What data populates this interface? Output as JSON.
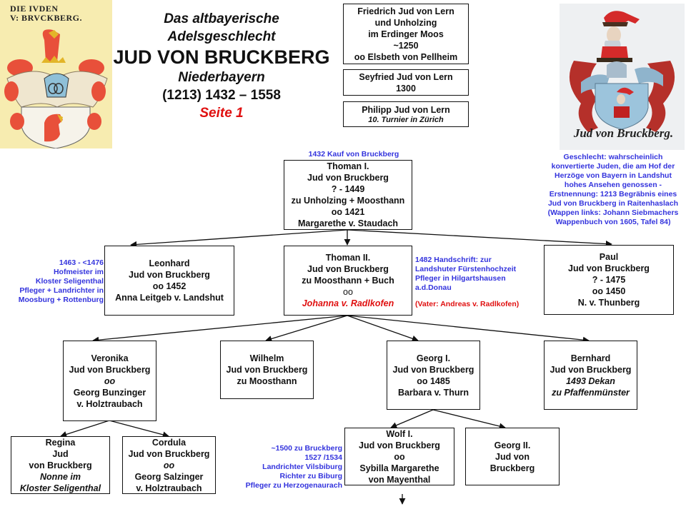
{
  "title": {
    "line1": "Das altbayerische",
    "line2": "Adelsgeschlecht",
    "main": "JUD VON BRUCKBERG",
    "region": "Niederbayern",
    "years": "(1213) 1432 – 1558",
    "page": "Seite 1"
  },
  "crests": {
    "left_caption_1": "DIE IVDEN",
    "left_caption_2": "V: BRVCKBERG.",
    "right_caption": "Jud von Bruckberg."
  },
  "ancestors": [
    {
      "lines": [
        "Friedrich Jud von Lern",
        "und Unholzing",
        "im Erdinger Moos",
        "~1250",
        "oo Elsbeth von Pellheim"
      ]
    },
    {
      "lines": [
        "Seyfried Jud von Lern",
        "1300"
      ]
    },
    {
      "name": "Philipp Jud von Lern",
      "note": "10. Turnier in Zürich"
    }
  ],
  "notes": {
    "family": "Geschlecht: wahrscheinlich konvertierte Juden, die am Hof der Herzöge von Bayern in Landshut hohes Ansehen genossen - Erstnennung: 1213 Begräbnis eines Jud von Bruckberg in Raitenhaslach (Wappen links: Johann Siebmachers Wappenbuch von 1605, Tafel 84)",
    "family_lines": [
      "Geschlecht:  wahrscheinlich",
      "konvertierte Juden, die am Hof der",
      "Herzöge von Bayern in Landshut",
      "hohes Ansehen genossen -",
      "Erstnennung: 1213 Begräbnis eines",
      "Jud von Bruckberg in Raitenhaslach",
      "(Wappen links: Johann Siebmachers",
      "Wappenbuch von 1605, Tafel 84)"
    ],
    "thoman1": "1432 Kauf von Bruckberg",
    "leonhard_lines": [
      "1463 - <1476",
      "Hofmeister im",
      "Kloster Seligenthal",
      "Pfleger + Landrichter in",
      "Moosburg + Rottenburg"
    ],
    "thoman2_lines": [
      "1482 Handschrift: zur",
      "Landshuter Fürstenhochzeit",
      "Pfleger in Hilgartshausen",
      "a.d.Donau"
    ],
    "thoman2_red": "(Vater: Andreas v. Radlkofen)",
    "wolf_lines": [
      "~1500 zu Bruckberg",
      "1527 /1534",
      "Landrichter Vilsbiburg",
      "Richter zu Biburg",
      "Pfleger zu Herzogenaurach"
    ]
  },
  "persons": {
    "thoman1": [
      "Thoman I.",
      "Jud von Bruckberg",
      "? - 1449",
      "zu Unholzing + Moosthann",
      "oo 1421",
      "Margarethe v. Staudach"
    ],
    "leonhard": [
      "Leonhard",
      "Jud von Bruckberg",
      "oo 1452",
      "Anna Leitgeb v. Landshut"
    ],
    "thoman2": {
      "lines": [
        "Thoman II.",
        "Jud von Bruckberg",
        "zu Moosthann  + Buch"
      ],
      "marriage": "oo",
      "spouse": "Johanna v. Radlkofen"
    },
    "paul": [
      "Paul",
      "Jud von Bruckberg",
      "? - 1475",
      "oo 1450",
      "N. v. Thunberg"
    ],
    "veronika": {
      "lines": [
        "Veronika",
        "Jud von Bruckberg"
      ],
      "marriage": "oo",
      "spouse": [
        "Georg Bunzinger",
        "v. Holztraubach"
      ]
    },
    "wilhelm": [
      "Wilhelm",
      "Jud von Bruckberg",
      "zu Moosthann"
    ],
    "georg1": [
      "Georg I.",
      "Jud von Bruckberg",
      "oo 1485",
      "Barbara v. Thurn"
    ],
    "bernhard": {
      "lines": [
        "Bernhard",
        "Jud von Bruckberg"
      ],
      "notes": [
        "1493 Dekan",
        "zu Pfaffenmünster"
      ]
    },
    "regina": {
      "lines": [
        "Regina",
        "Jud",
        "von Bruckberg"
      ],
      "notes": [
        "Nonne im",
        "Kloster  Seligenthal"
      ]
    },
    "cordula": {
      "lines": [
        "Cordula",
        "Jud von Bruckberg"
      ],
      "marriage": "oo",
      "spouse": [
        "Georg Salzinger",
        "v. Holztraubach"
      ]
    },
    "wolf1": [
      "Wolf I.",
      "Jud von Bruckberg",
      "oo",
      "Sybilla Margarethe",
      "von Mayenthal"
    ],
    "georg2": [
      "Georg II.",
      "Jud von",
      "Bruckberg"
    ]
  },
  "colors": {
    "note_blue": "#3333dd",
    "accent_red": "#e01010",
    "crest_left_bg": "#f7ecb0"
  }
}
